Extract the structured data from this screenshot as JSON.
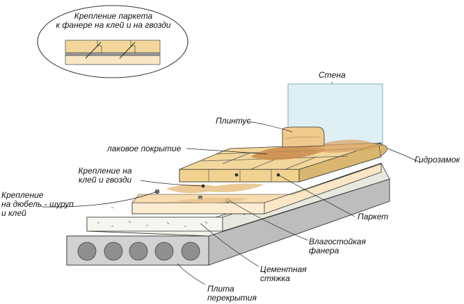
{
  "inset": {
    "title_line1": "Крепление паркета",
    "title_line2": "к фанере на клей и на гвозди"
  },
  "labels": {
    "wall": "Стена",
    "baseboard": "Плинтус",
    "varnish": "лаковое покрытие",
    "glue_nails_line1": "Крепление на",
    "glue_nails_line2": "клей и гвозди",
    "dowel_line1": "Крепление",
    "dowel_line2": "на дюбель - шуруп",
    "dowel_line3": "и клей",
    "waterproofing": "Гидрозамок",
    "parquet": "Паркет",
    "plywood_line1": "Влагостойкая",
    "plywood_line2": "фанера",
    "screed_line1": "Цементная",
    "screed_line2": "стяжка",
    "slab_line1": "Плита",
    "slab_line2": "перекрытия"
  },
  "colors": {
    "wall_fill": "#dff0f5",
    "parquet": "#f3d79a",
    "parquet_dark": "#d9b770",
    "glue": "#e9c48b",
    "varnish": "#c98b4c",
    "plywood": "#f9e6c4",
    "screed": "#f2f2ea",
    "slab": "#d2d2d2",
    "inset_gray": "#9a9a9a"
  }
}
